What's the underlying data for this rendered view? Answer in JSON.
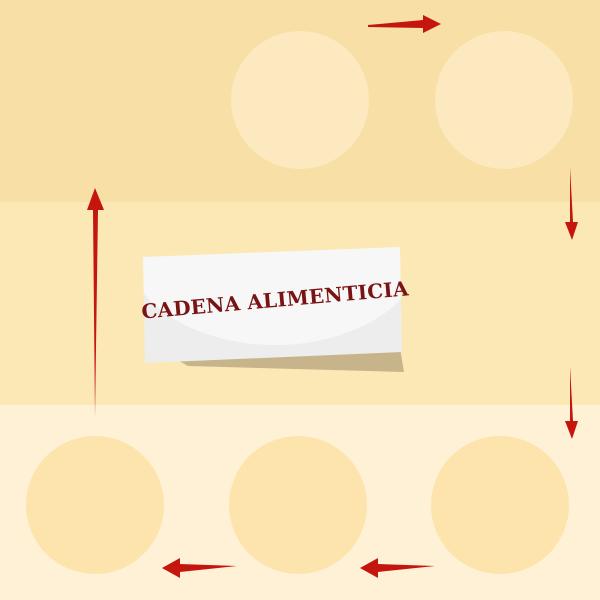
{
  "title": "CADENA ALIMENTICIA",
  "colors": {
    "band_top": "#F8DFA5",
    "band_mid": "#FCE8B5",
    "band_bot": "#FEF1D5",
    "circle_top": "#FCE9C0",
    "circle_bottom": "#FDE3AC",
    "arrow": "#C4160E",
    "card": "#EDEDED",
    "card_shadow": "#C8B48A",
    "title_text": "#7A1414"
  },
  "icons": {
    "arrow": "red-arrow",
    "node": "circle-placeholder",
    "card": "folded-paper-label"
  }
}
